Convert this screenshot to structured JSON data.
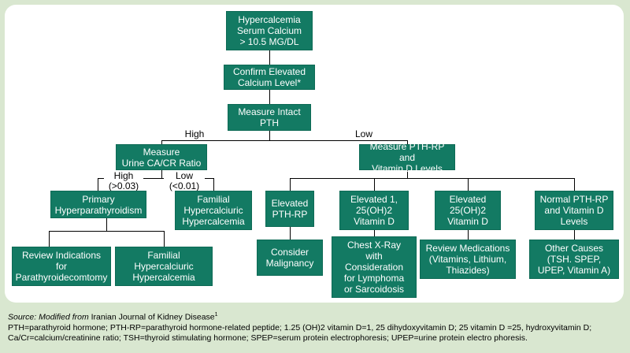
{
  "nodes": {
    "hypercalcemia": "Hypercalcemia\nSerum Calcium\n> 10.5 MG/DL",
    "confirm": "Confirm Elevated\nCalcium Level*",
    "measure_pth": "Measure Intact\nPTH",
    "measure_urine": "Measure\nUrine CA/CR Ratio",
    "measure_pthrp": "Measure PTH-RP and\nVitamin D Levels",
    "primary_hpt": "Primary\nHyperparathyroidism",
    "familial_1": "Familial\nHypercalciuric\nHypercalcemia",
    "review_indications": "Review Indications\nfor\nParathyroidecomtomy",
    "familial_2": "Familial\nHypercalciuric\nHypercalcemia",
    "elevated_pthrp": "Elevated\nPTH-RP",
    "consider_malignancy": "Consider\nMalignancy",
    "elevated_125": "Elevated 1,\n25(OH)2\nVitamin D",
    "chest_xray": "Chest X-Ray\nwith\nConsideration\nfor Lymphoma\nor Sarcoidosis",
    "elevated_25": "Elevated\n25(OH)2\nVitamin D",
    "review_meds": "Review Medications\n(Vitamins, Lithium,\nThiazides)",
    "normal_pthrp": "Normal PTH-RP\nand Vitamin D\nLevels",
    "other_causes": "Other Causes\n(TSH. SPEP,\nUPEP, Vitamin A)"
  },
  "edge_labels": {
    "high": "High",
    "low": "Low",
    "high_ratio": "High\n(>0.03)",
    "low_ratio": "Low\n(<0.01)"
  },
  "footer": {
    "source_prefix": "Source: Modified from",
    "source_text": " Iranian Journal of Kidney Disease",
    "source_ref": "1",
    "abbrev_line1": "PTH=parathyroid hormone; PTH-RP=parathyroid hormone-related peptide; 1.25 (OH)2 vitamin D=1, 25 dihydoxyvitamin D; 25 vitamin D  =25, hydroxyvitamin D;",
    "abbrev_line2": "Ca/Cr=calcium/creatinine ratio; TSH=thyroid stimulating hormone; SPEP=serum protein electrophoresis; UPEP=urine protein electro phoresis."
  },
  "colors": {
    "box": "#137a63",
    "background": "#d9e7d0",
    "panel": "#ffffff"
  }
}
